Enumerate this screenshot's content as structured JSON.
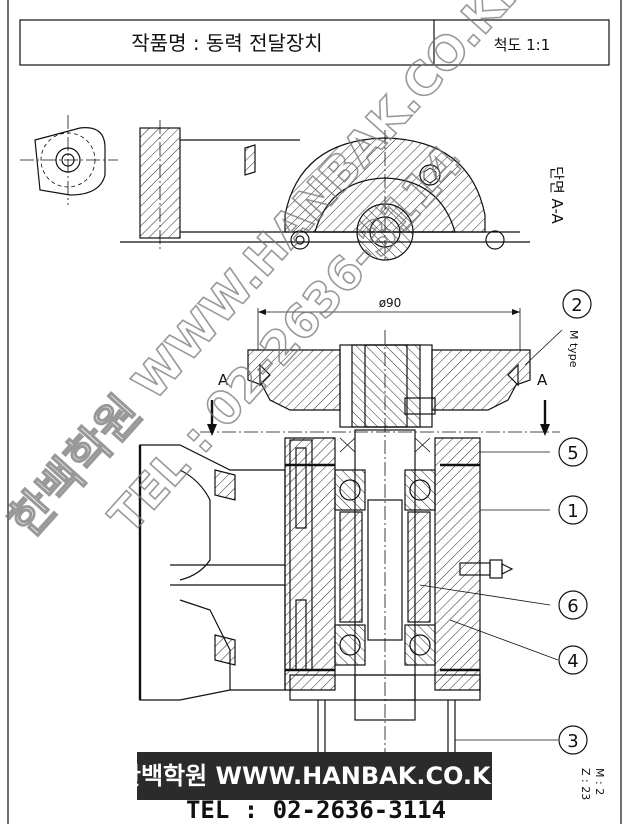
{
  "title_block": {
    "title": "작품명 : 동력 전달장치",
    "scale": "척도 1:1"
  },
  "section_label": "단면 A-A",
  "dimension": "ø90",
  "section_markers": [
    "A",
    "A"
  ],
  "balloons": [
    {
      "number": "2",
      "note": "M type"
    },
    {
      "number": "5",
      "note": ""
    },
    {
      "number": "1",
      "note": ""
    },
    {
      "number": "6",
      "note": ""
    },
    {
      "number": "4",
      "note": ""
    },
    {
      "number": "3",
      "note": "M : 2",
      "note2": "Z : 23"
    }
  ],
  "watermark": {
    "line1": "한백학원 WWW.HANBAK.CO.KR",
    "line2": "TEL : 02-2636-3114"
  },
  "footer": {
    "banner": "한백학원 WWW.HANBAK.CO.KR",
    "tel": "TEL : 02-2636-3114"
  }
}
